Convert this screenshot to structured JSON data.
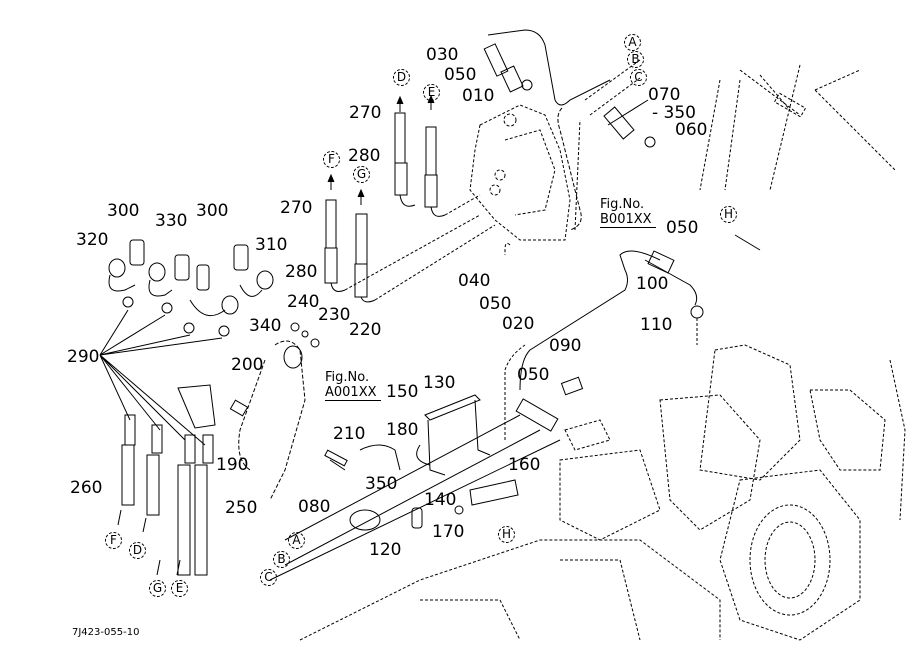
{
  "diagram": {
    "type": "exploded-parts-diagram",
    "drawing_code": "7J423-055-10",
    "figure_refs": [
      {
        "id": "fig-b",
        "label": "Fig.No.",
        "number": "B001XX"
      },
      {
        "id": "fig-a",
        "label": "Fig.No.",
        "number": "A001XX"
      }
    ],
    "part_labels": [
      {
        "id": "p030",
        "text": "030"
      },
      {
        "id": "p050a",
        "text": "050"
      },
      {
        "id": "p010",
        "text": "010"
      },
      {
        "id": "p070",
        "text": "070"
      },
      {
        "id": "p350a",
        "text": "- 350"
      },
      {
        "id": "p060",
        "text": "060"
      },
      {
        "id": "p270a",
        "text": "270"
      },
      {
        "id": "p280a",
        "text": "280"
      },
      {
        "id": "p270b",
        "text": "270"
      },
      {
        "id": "p280b",
        "text": "280"
      },
      {
        "id": "p300a",
        "text": "300"
      },
      {
        "id": "p330",
        "text": "330"
      },
      {
        "id": "p300b",
        "text": "300"
      },
      {
        "id": "p320",
        "text": "320"
      },
      {
        "id": "p310",
        "text": "310"
      },
      {
        "id": "p240",
        "text": "240"
      },
      {
        "id": "p230",
        "text": "230"
      },
      {
        "id": "p220",
        "text": "220"
      },
      {
        "id": "p340",
        "text": "340"
      },
      {
        "id": "p290",
        "text": "290"
      },
      {
        "id": "p200",
        "text": "200"
      },
      {
        "id": "p190",
        "text": "190"
      },
      {
        "id": "p260",
        "text": "260"
      },
      {
        "id": "p250",
        "text": "250"
      },
      {
        "id": "p040",
        "text": "040"
      },
      {
        "id": "p050b",
        "text": "050"
      },
      {
        "id": "p020",
        "text": "020"
      },
      {
        "id": "p050c",
        "text": "050"
      },
      {
        "id": "p100",
        "text": "100"
      },
      {
        "id": "p110",
        "text": "110"
      },
      {
        "id": "p090",
        "text": "090"
      },
      {
        "id": "p050d",
        "text": "050"
      },
      {
        "id": "p150",
        "text": "150"
      },
      {
        "id": "p130",
        "text": "130"
      },
      {
        "id": "p180",
        "text": "180"
      },
      {
        "id": "p210",
        "text": "210"
      },
      {
        "id": "p350b",
        "text": "350"
      },
      {
        "id": "p160",
        "text": "160"
      },
      {
        "id": "p080",
        "text": "080"
      },
      {
        "id": "p140",
        "text": "140"
      },
      {
        "id": "p170",
        "text": "170"
      },
      {
        "id": "p120",
        "text": "120"
      }
    ],
    "connection_markers": [
      {
        "id": "mA1",
        "text": "A"
      },
      {
        "id": "mB1",
        "text": "B"
      },
      {
        "id": "mC1",
        "text": "C"
      },
      {
        "id": "mD1",
        "text": "D"
      },
      {
        "id": "mE1",
        "text": "E"
      },
      {
        "id": "mF1",
        "text": "F"
      },
      {
        "id": "mG1",
        "text": "G"
      },
      {
        "id": "mH1",
        "text": "H"
      },
      {
        "id": "mF2",
        "text": "F"
      },
      {
        "id": "mD2",
        "text": "D"
      },
      {
        "id": "mG2",
        "text": "G"
      },
      {
        "id": "mE2",
        "text": "E"
      },
      {
        "id": "mA2",
        "text": "A"
      },
      {
        "id": "mB2",
        "text": "B"
      },
      {
        "id": "mC2",
        "text": "C"
      },
      {
        "id": "mH2",
        "text": "H"
      }
    ]
  }
}
